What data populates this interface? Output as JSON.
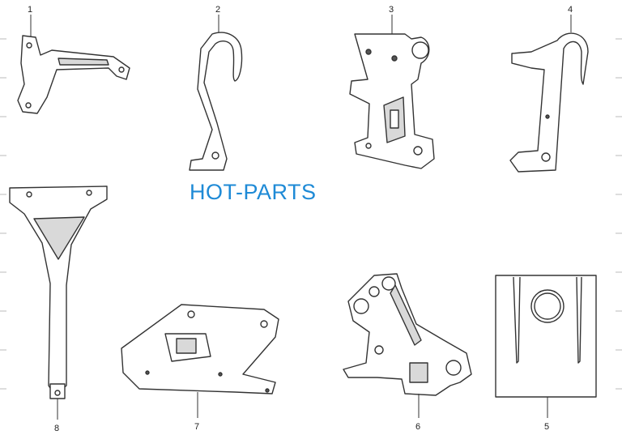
{
  "watermark": "HOT-PARTS",
  "parts": [
    {
      "id": "1",
      "name": "bracket-1"
    },
    {
      "id": "2",
      "name": "hook-bracket-2"
    },
    {
      "id": "3",
      "name": "mount-bracket-3"
    },
    {
      "id": "4",
      "name": "hook-bracket-4"
    },
    {
      "id": "5",
      "name": "plate-5"
    },
    {
      "id": "6",
      "name": "mount-bracket-6"
    },
    {
      "id": "7",
      "name": "plate-bracket-7"
    },
    {
      "id": "8",
      "name": "support-bar-8"
    }
  ]
}
